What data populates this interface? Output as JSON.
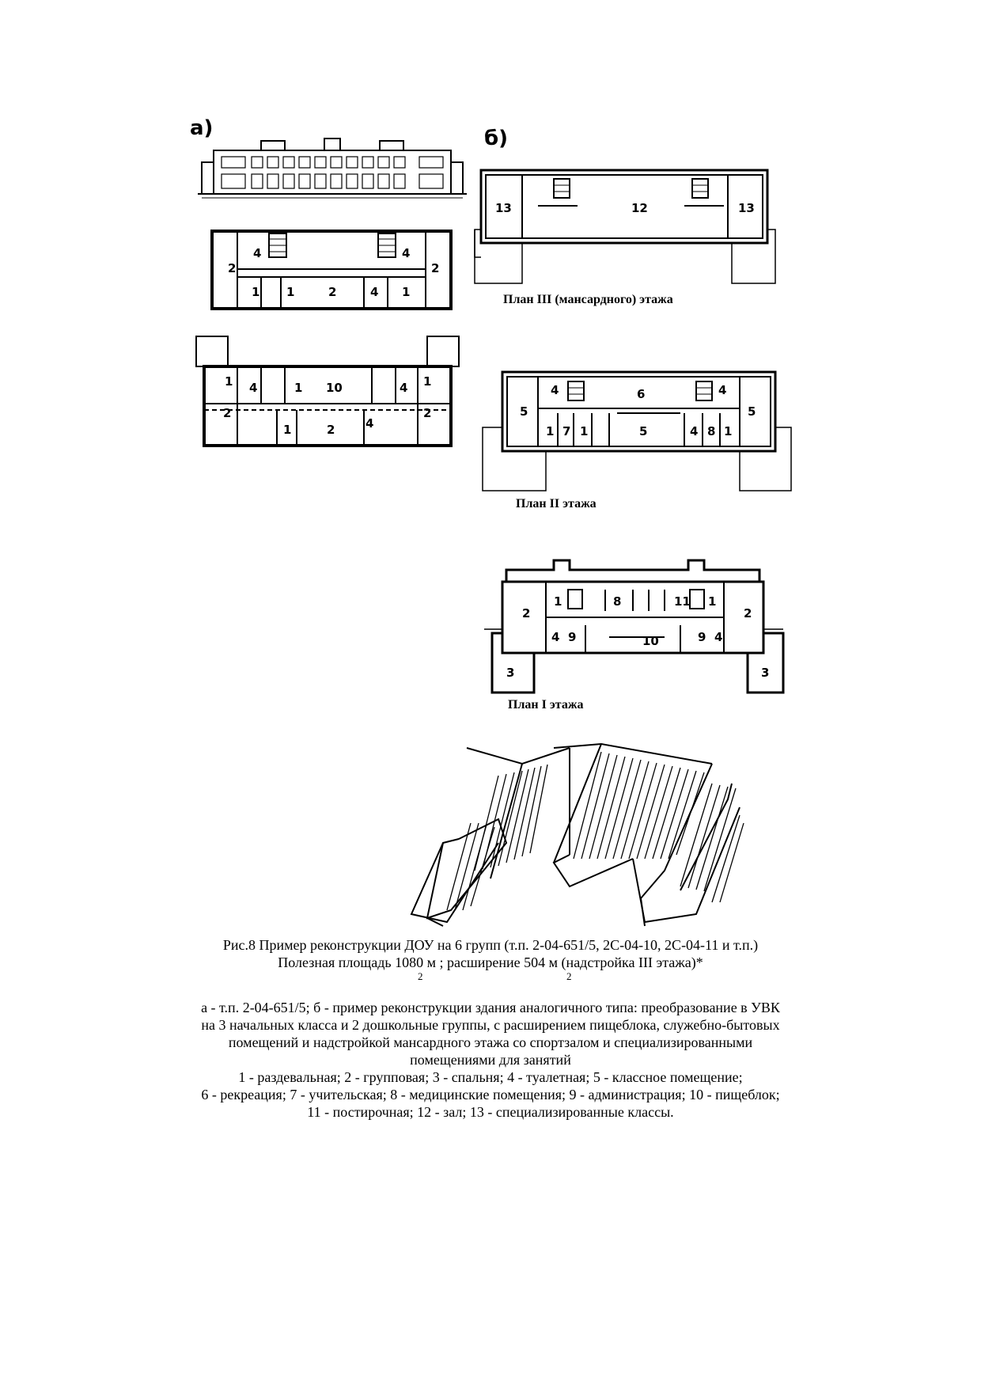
{
  "figure": {
    "label_a": "а)",
    "label_b": "б)",
    "plans": {
      "third_floor": "План III (мансардного) этажа",
      "second_floor": "План II этажа",
      "first_floor": "План I этажа"
    },
    "rooms_a_upper": [
      "2",
      "4",
      "4",
      "2",
      "1",
      "1",
      "2",
      "4",
      "1"
    ],
    "rooms_a_lower": [
      "1",
      "4",
      "1",
      "10",
      "4",
      "1",
      "2",
      "1",
      "2",
      "4",
      "2"
    ],
    "rooms_b_third": [
      "13",
      "12",
      "13"
    ],
    "rooms_b_second": [
      "4",
      "6",
      "4",
      "5",
      "5",
      "1",
      "7",
      "1",
      "5",
      "4",
      "8",
      "1"
    ],
    "rooms_b_first": [
      "1",
      "8",
      "11",
      "1",
      "2",
      "2",
      "4",
      "9",
      "10",
      "9",
      "4",
      "3",
      "3"
    ]
  },
  "caption": {
    "line1": "Рис.8 Пример реконструкции ДОУ на 6 групп (т.п. 2-04-651/5, 2С-04-10, 2С-04-11 и т.п.)",
    "line2": "Полезная площадь 1080 м    ; расширение 504 м     (надстройка III этажа)*",
    "sup": "2",
    "desc1": "а - т.п. 2-04-651/5; б - пример реконструкции здания аналогичного типа: преобразование в УВК",
    "desc2": "на 3 начальных класса и 2 дошкольные группы, с расширением пищеблока, служебно-бытовых",
    "desc3": "помещений и надстройкой мансардного этажа со спортзалом и специализированными",
    "desc4": "помещениями для занятий",
    "legend1": "1 - раздевальная; 2 - групповая; 3 - спальня; 4 - туалетная; 5 - классное помещение;",
    "legend2": "6 - рекреация; 7 - учительская; 8 - медицинские помещения; 9 - администрация; 10 - пищеблок;",
    "legend3": "11 - постирочная; 12 - зал; 13 - специализированные классы."
  }
}
